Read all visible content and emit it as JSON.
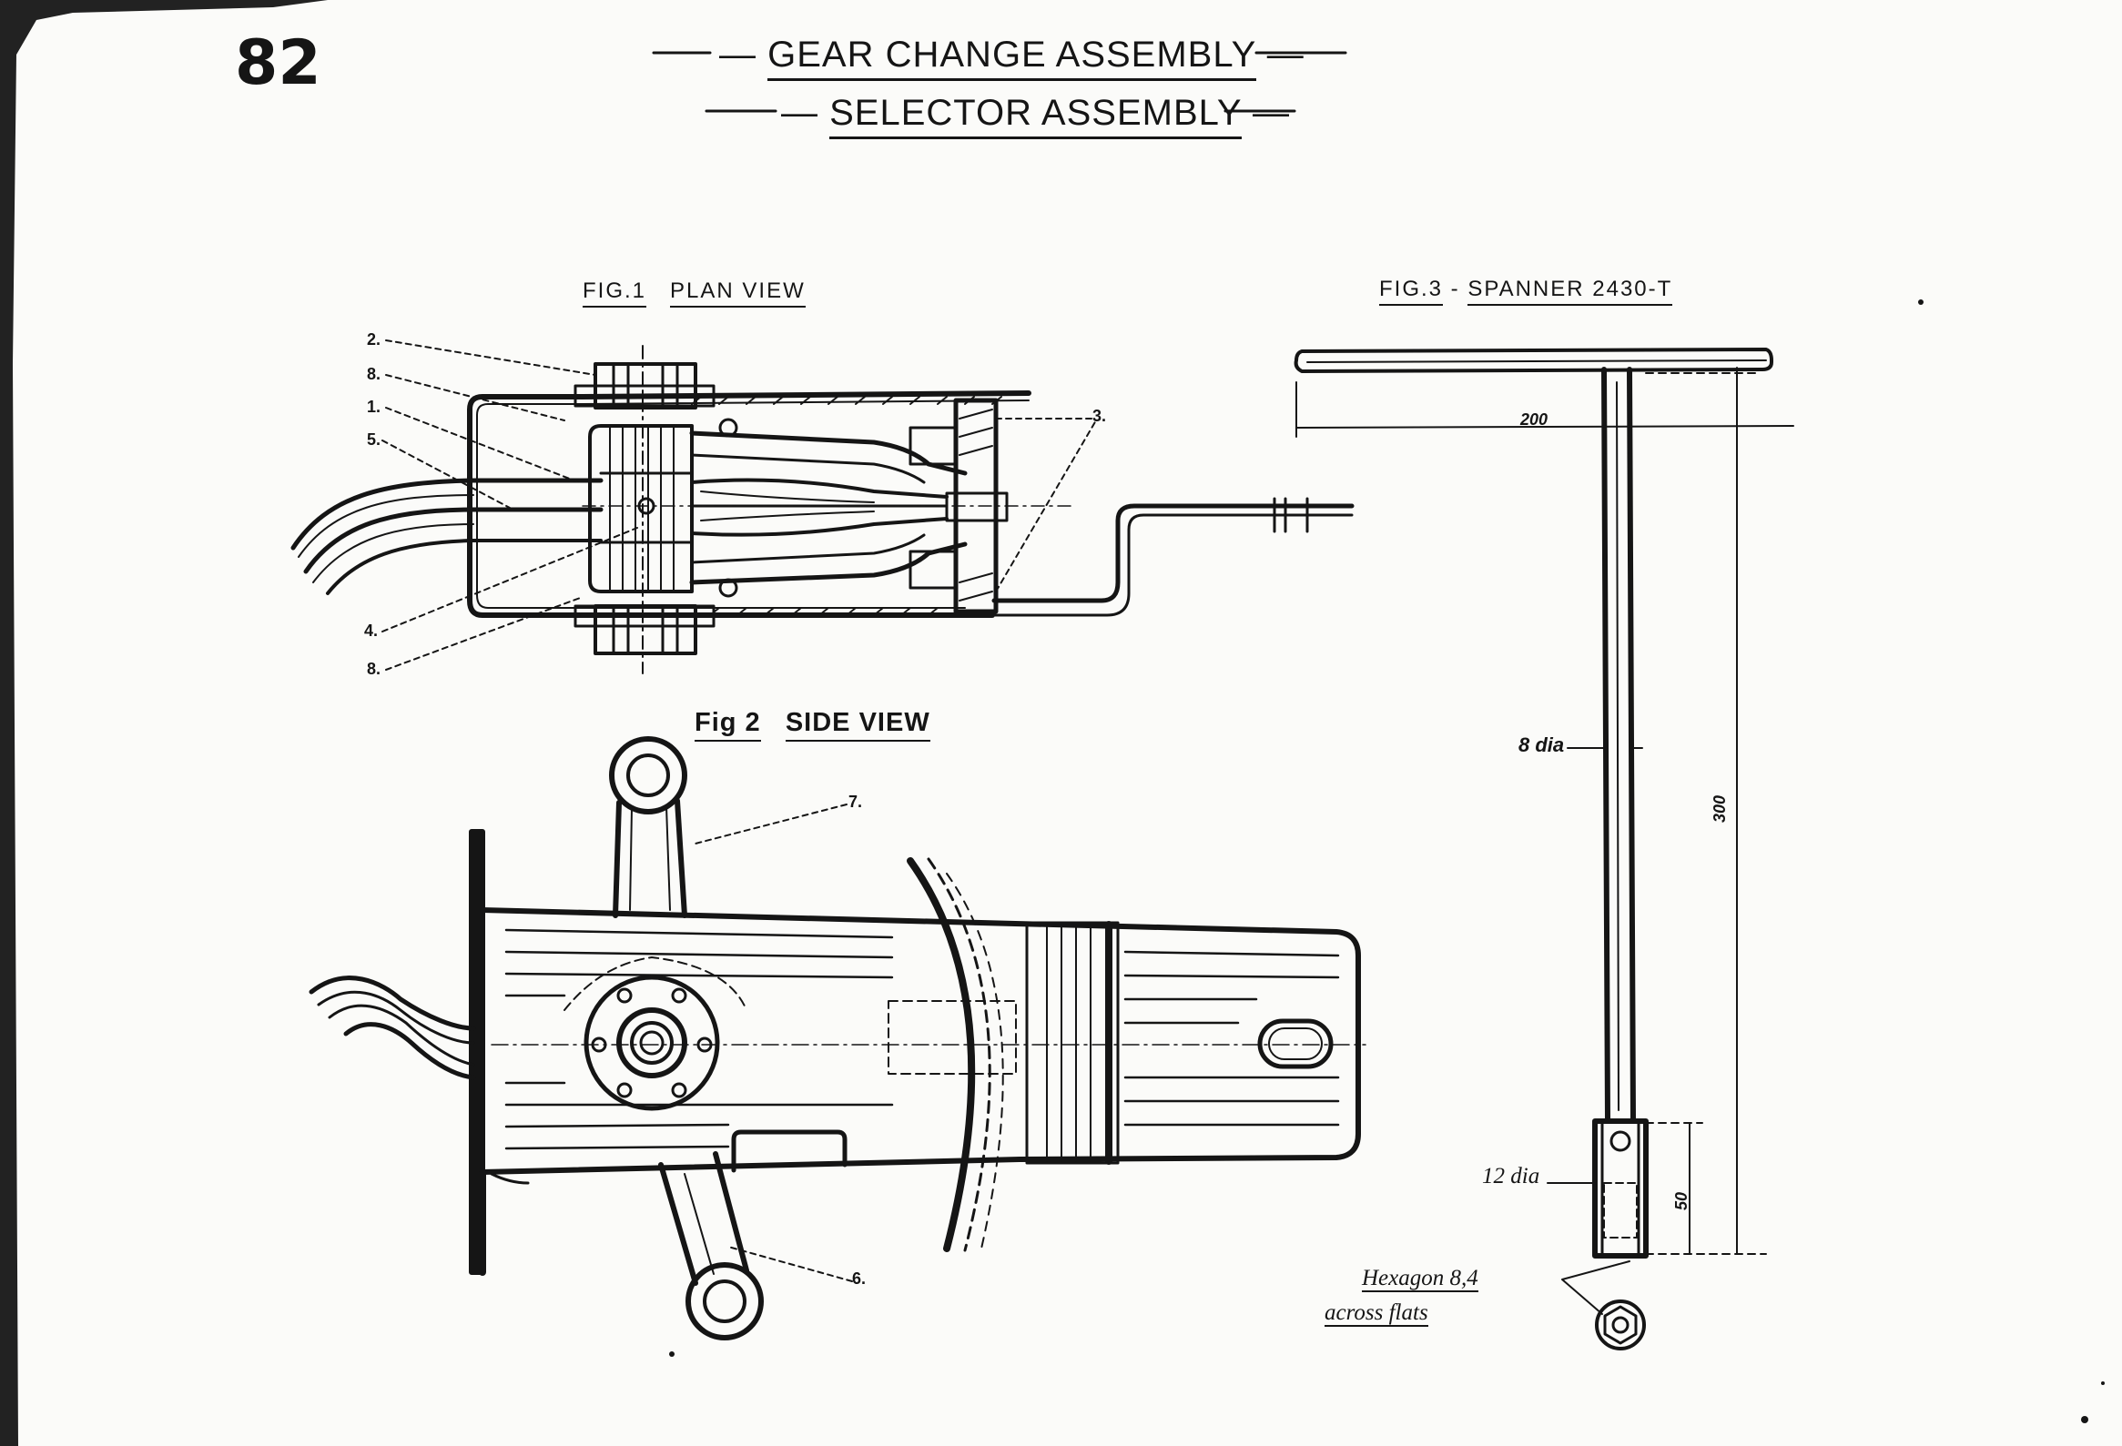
{
  "page": {
    "number": "82",
    "title": "GEAR CHANGE ASSEMBLY",
    "subtitle": "SELECTOR ASSEMBLY"
  },
  "figures": {
    "fig1": {
      "label": "FIG.1",
      "caption": "PLAN VIEW"
    },
    "fig2": {
      "label": "Fig 2",
      "caption": "SIDE VIEW"
    },
    "fig3": {
      "label": "FIG.3",
      "caption": "SPANNER 2430-T"
    }
  },
  "callouts": {
    "fig1": [
      "2.",
      "8.",
      "1.",
      "5.",
      "3.",
      "4.",
      "8."
    ],
    "fig2": [
      "7.",
      "6."
    ]
  },
  "dimensions": {
    "overall_width": "200",
    "overall_length": "300",
    "shaft_diameter": "8 dia",
    "socket_diameter": "12 dia",
    "socket_length": "50",
    "hexagon_line1": "Hexagon 8,4",
    "hexagon_line2": "across flats"
  },
  "colors": {
    "ink": "#151515",
    "paper": "#fbfbf9"
  }
}
